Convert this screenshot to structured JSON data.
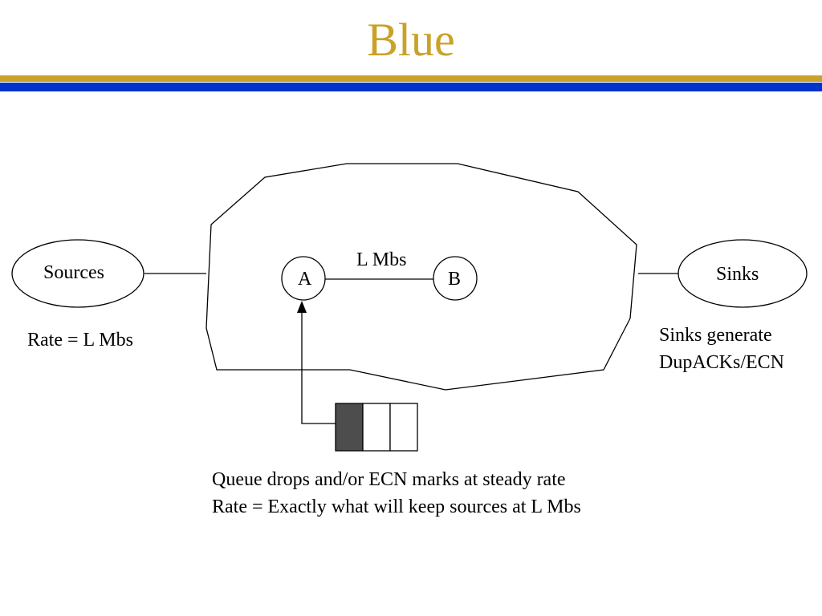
{
  "slide": {
    "title": "Blue",
    "colors": {
      "title_text": "#c9a227",
      "bar_gold": "#c9a227",
      "bar_blue": "#0033cc",
      "queue_filled": "#4d4d4d"
    }
  },
  "diagram": {
    "sources": "Sources",
    "sinks": "Sinks",
    "node_a": "A",
    "node_b": "B",
    "link_label": "L Mbs",
    "rate_label": "Rate = L Mbs",
    "sinks_note": [
      "Sinks generate",
      "DupACKs/ECN"
    ],
    "queue_slots_filled": 1,
    "queue_slots_total": 3,
    "queue_note": [
      "Queue drops and/or ECN marks at steady rate",
      "Rate = Exactly what will keep sources at L Mbs"
    ]
  }
}
